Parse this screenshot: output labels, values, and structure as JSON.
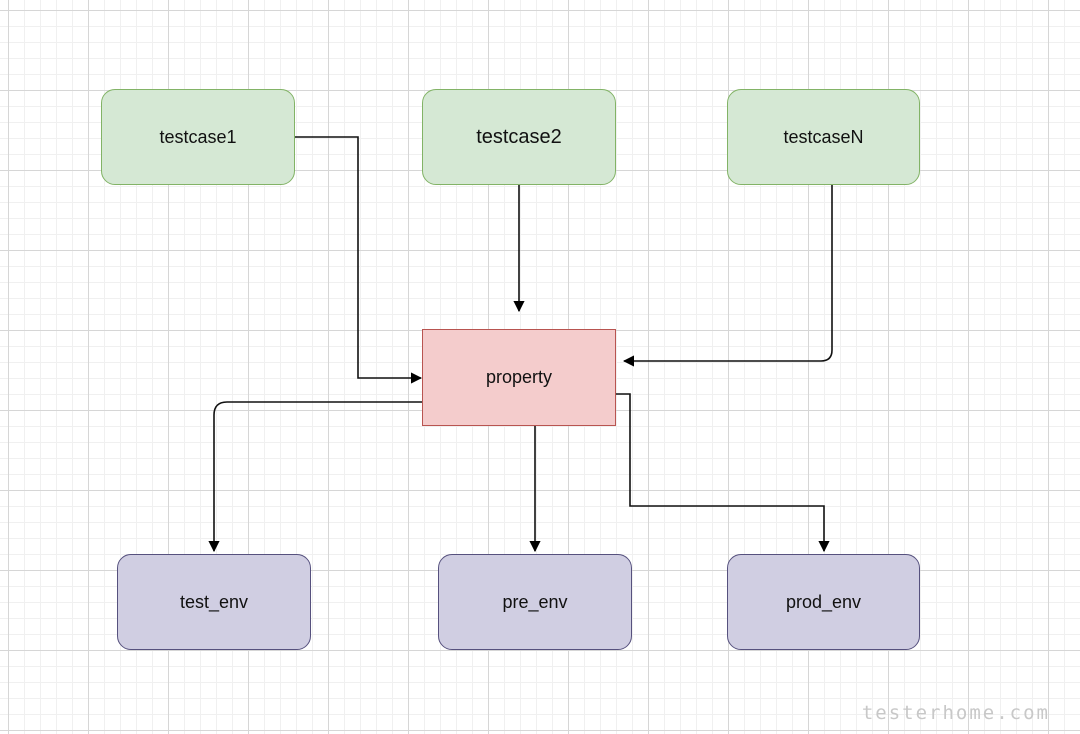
{
  "diagram": {
    "nodes": {
      "testcase1": "testcase1",
      "testcase2": "testcase2",
      "testcaseN": "testcaseN",
      "property": "property",
      "test_env": "test_env",
      "pre_env": "pre_env",
      "prod_env": "prod_env"
    },
    "edges": [
      {
        "from": "testcase1",
        "to": "property"
      },
      {
        "from": "testcase2",
        "to": "property"
      },
      {
        "from": "testcaseN",
        "to": "property"
      },
      {
        "from": "property",
        "to": "test_env"
      },
      {
        "from": "property",
        "to": "pre_env"
      },
      {
        "from": "property",
        "to": "prod_env"
      }
    ],
    "colors": {
      "testcase_fill": "#d5e8d4",
      "testcase_stroke": "#82b366",
      "property_fill": "#f4cccc",
      "property_stroke": "#b85450",
      "env_fill": "#d0cee2",
      "env_stroke": "#56517e",
      "connector": "#000000"
    }
  },
  "watermark": "testerhome.com"
}
